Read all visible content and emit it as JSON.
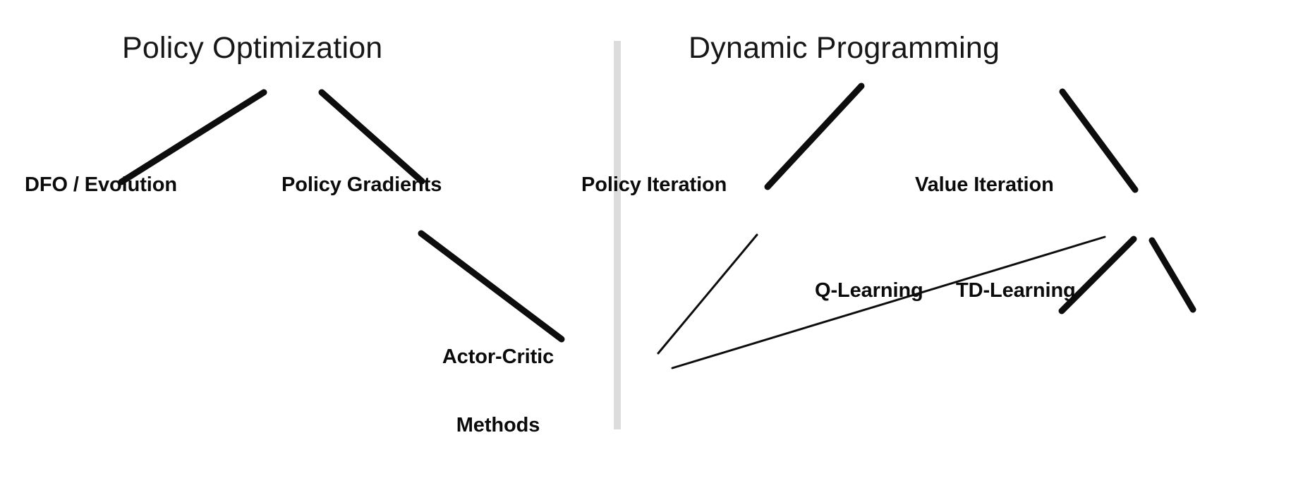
{
  "diagram": {
    "title_left": "Policy Optimization",
    "title_right": "Dynamic Programming",
    "divider_color": "#dcdcdc",
    "edge_color": "#0d0d0d",
    "background_color": "#ffffff",
    "text_color": "#0b0b0b"
  },
  "nodes": {
    "policy_optimization": "Policy Optimization",
    "dynamic_programming": "Dynamic Programming",
    "dfo_evolution": "DFO / Evolution",
    "policy_gradients": "Policy Gradients",
    "actor_critic_line1": "Actor-Critic",
    "actor_critic_line2": "Methods",
    "policy_iteration": "Policy Iteration",
    "value_iteration": "Value Iteration",
    "q_learning": "Q-Learning",
    "td_learning": "TD-Learning"
  },
  "edges": [
    {
      "name": "policy-optimization-to-dfo-evolution",
      "from": "Policy Optimization",
      "to": "DFO / Evolution",
      "weight": "thick"
    },
    {
      "name": "policy-optimization-to-policy-gradients",
      "from": "Policy Optimization",
      "to": "Policy Gradients",
      "weight": "thick"
    },
    {
      "name": "policy-gradients-to-actor-critic",
      "from": "Policy Gradients",
      "to": "Actor-Critic Methods",
      "weight": "thick"
    },
    {
      "name": "dynamic-programming-to-policy-iteration",
      "from": "Dynamic Programming",
      "to": "Policy Iteration",
      "weight": "thick"
    },
    {
      "name": "dynamic-programming-to-value-iteration",
      "from": "Dynamic Programming",
      "to": "Value Iteration",
      "weight": "thick"
    },
    {
      "name": "policy-iteration-to-actor-critic",
      "from": "Policy Iteration",
      "to": "Actor-Critic Methods",
      "weight": "thin"
    },
    {
      "name": "value-iteration-to-actor-critic",
      "from": "Value Iteration",
      "to": "Actor-Critic Methods",
      "weight": "thin"
    },
    {
      "name": "value-iteration-to-q-learning",
      "from": "Value Iteration",
      "to": "Q-Learning",
      "weight": "thick"
    },
    {
      "name": "value-iteration-to-td-learning",
      "from": "Value Iteration",
      "to": "TD-Learning",
      "weight": "thick"
    }
  ]
}
